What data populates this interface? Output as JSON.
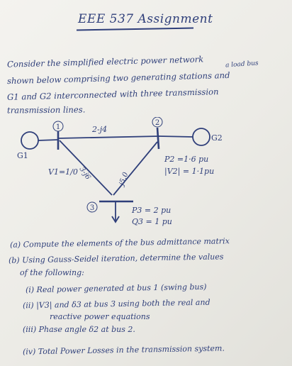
{
  "title": "EEE 537 Assignment",
  "intro": {
    "line1": "Consider the simplified electric power network",
    "line2": "shown below comprising two generating stations and",
    "line2_insert": "a load bus",
    "line3": "G1 and G2 interconnected with three transmission",
    "line4": "transmission lines."
  },
  "diagram": {
    "bus1_label": "1",
    "bus2_label": "2",
    "bus3_label": "3",
    "gen1_label": "G1",
    "gen2_label": "G2",
    "line12_impedance": "2-j4",
    "line13_impedance": "3-j6",
    "line23_impedance": "j5.0",
    "v1": "V1=1/0",
    "p2": "P2 =1·6 pu",
    "v2": "|V2| = 1·1pu",
    "p3": "P3 = 2 pu",
    "q3": "Q3 = 1 pu"
  },
  "questions": {
    "a": "(a) Compute the elements of the bus admittance matrix",
    "b1": "(b) Using Gauss-Seidel iteration, determine the values",
    "b2": "of the following:",
    "i": "(i) Real power generated at bus 1 (swing bus)",
    "ii_1": "(ii) |V3| and δ3 at bus 3 using both the real and",
    "ii_2": "reactive power equations",
    "iii": "(iii) Phase angle δ2 at bus 2.",
    "iv": "(iv) Total Power Losses in the transmission system."
  }
}
